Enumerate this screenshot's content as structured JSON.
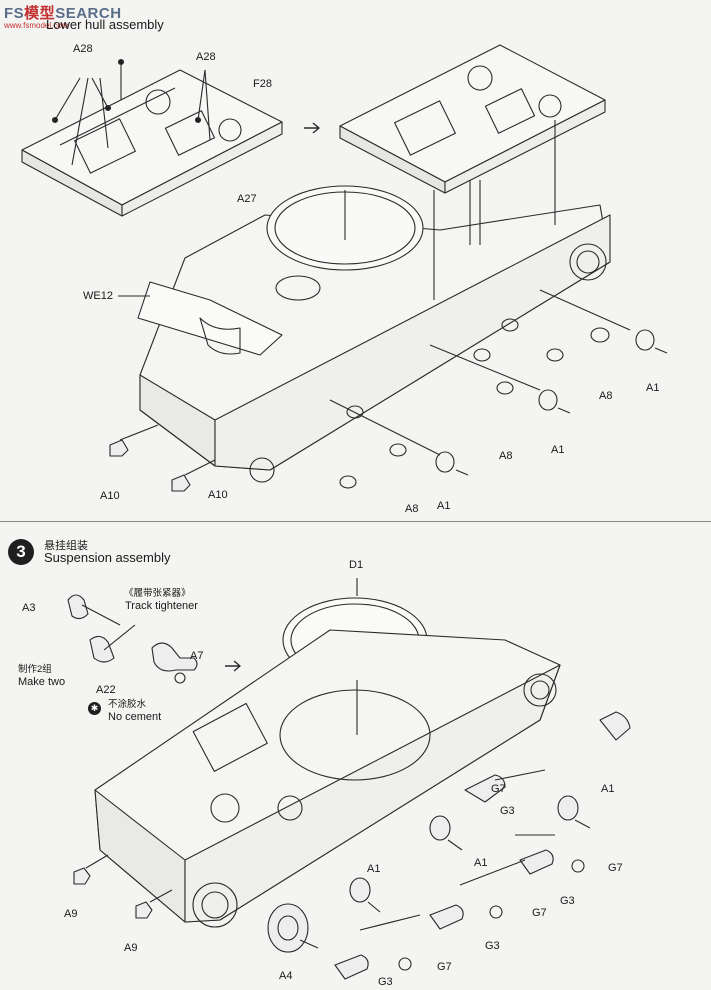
{
  "watermark": {
    "brand_left": "FS",
    "brand_red": "模型",
    "brand_right": "SEARCH",
    "site": "www.fsmodel.com"
  },
  "section1": {
    "title_en": "Lower hull assembly"
  },
  "section1_labels": {
    "a28_left": "A28",
    "a28_right": "A28",
    "f28": "F28",
    "a27": "A27",
    "we12": "WE12",
    "a10_left": "A10",
    "a10_right": "A10",
    "a1_right": "A1",
    "a8_right": "A8",
    "a1_mid": "A1",
    "a8_mid": "A8",
    "a1_low": "A1",
    "a8_low": "A8"
  },
  "section3": {
    "step_number": "3",
    "title_cn": "悬挂组装",
    "title_en": "Suspension assembly"
  },
  "section3_labels": {
    "d1": "D1",
    "a3": "A3",
    "a7": "A7",
    "a22": "A22",
    "track_tightener_cn": "《履带张紧器》",
    "track_tightener_en": "Track tightener",
    "make_two_cn": "制作2组",
    "make_two_en": "Make two",
    "no_cement_cn": "不涂胶水",
    "no_cement_en": "No cement",
    "no_cement_symbol": "✱",
    "a1_right": "A1",
    "g7_a": "G7",
    "g3_a": "G3",
    "a1_mid": "A1",
    "a1_left": "A1",
    "g7_b": "G7",
    "g3_b": "G3",
    "g7_c": "G7",
    "g3_c": "G3",
    "g7_d": "G7",
    "g3_d": "G3",
    "a9_a": "A9",
    "a9_b": "A9",
    "a4": "A4"
  }
}
